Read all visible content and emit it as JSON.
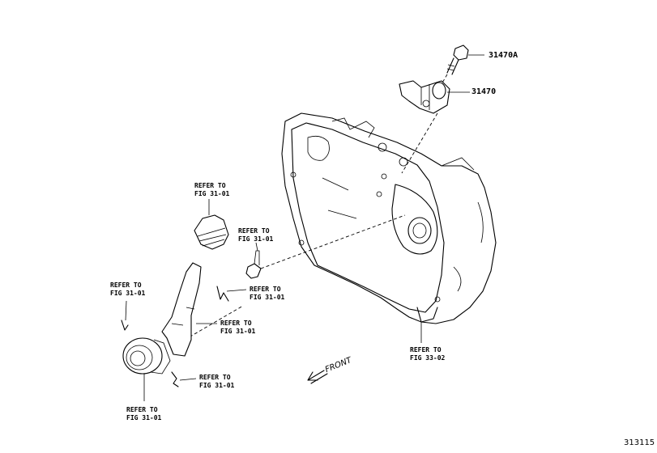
{
  "parts": {
    "bolt": "31470A",
    "cylinder": "31470"
  },
  "refs": {
    "boot": [
      "REFER TO",
      "FIG 31-01"
    ],
    "bleeder": [
      "REFER TO",
      "FIG 31-01"
    ],
    "pivot": [
      "REFER TO",
      "FIG 31-01"
    ],
    "clip_left": [
      "REFER TO",
      "FIG 31-01"
    ],
    "fork": [
      "REFER TO",
      "FIG 31-01"
    ],
    "spring": [
      "REFER TO",
      "FIG 31-01"
    ],
    "bearing": [
      "REFER TO",
      "FIG 31-01"
    ],
    "housing": [
      "REFER TO",
      "FIG 33-02"
    ]
  },
  "front_label": "FRONT",
  "figure_id": "313115"
}
